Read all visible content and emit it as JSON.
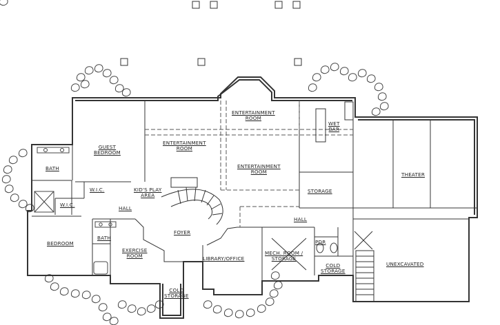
{
  "rooms": {
    "guest_bedroom": [
      "GUEST",
      "BEDROOM"
    ],
    "entertainment_upper": [
      "ENTERTAINMENT",
      "ROOM"
    ],
    "entertainment_left": [
      "ENTERTAINMENT",
      "ROOM"
    ],
    "entertainment_center": [
      "ENTERTAINMENT",
      "ROOM"
    ],
    "wet_bar": [
      "WET",
      "BAR"
    ],
    "theater": "THEATER",
    "bath_upper": "BATH",
    "wic_1": "W.I.C.",
    "wic_2": "W.I.C.",
    "kids_play_area": [
      "KID'S PLAY",
      "AREA"
    ],
    "storage": "STORAGE",
    "hall_left": "HALL",
    "hall_right": "HALL",
    "foyer": "FOYER",
    "bedroom": "BEDROOM",
    "bath_lower": "BATH",
    "exercise_room": [
      "EXERCISE",
      "ROOM"
    ],
    "mech_room": [
      "MECH. ROOM /",
      "STORAGE"
    ],
    "pdr": "PDR",
    "library_office": "LIBRARY/OFFICE",
    "cold_storage_right": [
      "COLD",
      "STORAGE"
    ],
    "unexcavated": "UNEXCAVATED",
    "cold_storage_bottom": [
      "COLD",
      "STORAGE"
    ]
  }
}
